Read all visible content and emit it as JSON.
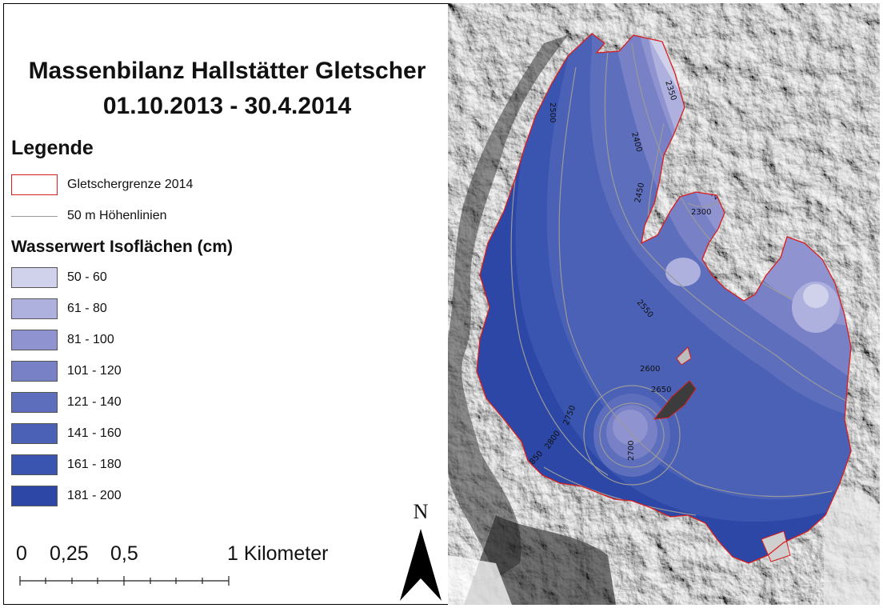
{
  "title_line1": "Massenbilanz Hallstätter Gletscher",
  "title_line2": "01.10.2013 - 30.4.2014",
  "legend_heading": "Legende",
  "legend_boundary_label": "Gletschergrenze 2014",
  "legend_contour_label": "50 m Höhenlinien",
  "iso_heading": "Wasserwert Isoflächen (cm)",
  "iso_classes": [
    {
      "label": "50 - 60",
      "color": "#d0d2ec"
    },
    {
      "label": "61 - 80",
      "color": "#aeb0dd"
    },
    {
      "label": "81 - 100",
      "color": "#8f94d0"
    },
    {
      "label": "101 - 120",
      "color": "#7880c6"
    },
    {
      "label": "121 - 140",
      "color": "#5d6ebd"
    },
    {
      "label": "141 - 160",
      "color": "#4a61b6"
    },
    {
      "label": "161 - 180",
      "color": "#3a55b0"
    },
    {
      "label": "181 - 200",
      "color": "#2c47a6"
    }
  ],
  "boundary_color": "#d81e1e",
  "contour_color": "#9a9a9a",
  "contour_labels": [
    "2350",
    "2500",
    "2400",
    "2450",
    "2300",
    "2250",
    "2550",
    "2600",
    "2650",
    "2750",
    "2800",
    "2850",
    "2700"
  ],
  "scale_labels": [
    "0",
    "0,25",
    "0,5",
    "1 Kilometer"
  ],
  "north_label": "N"
}
